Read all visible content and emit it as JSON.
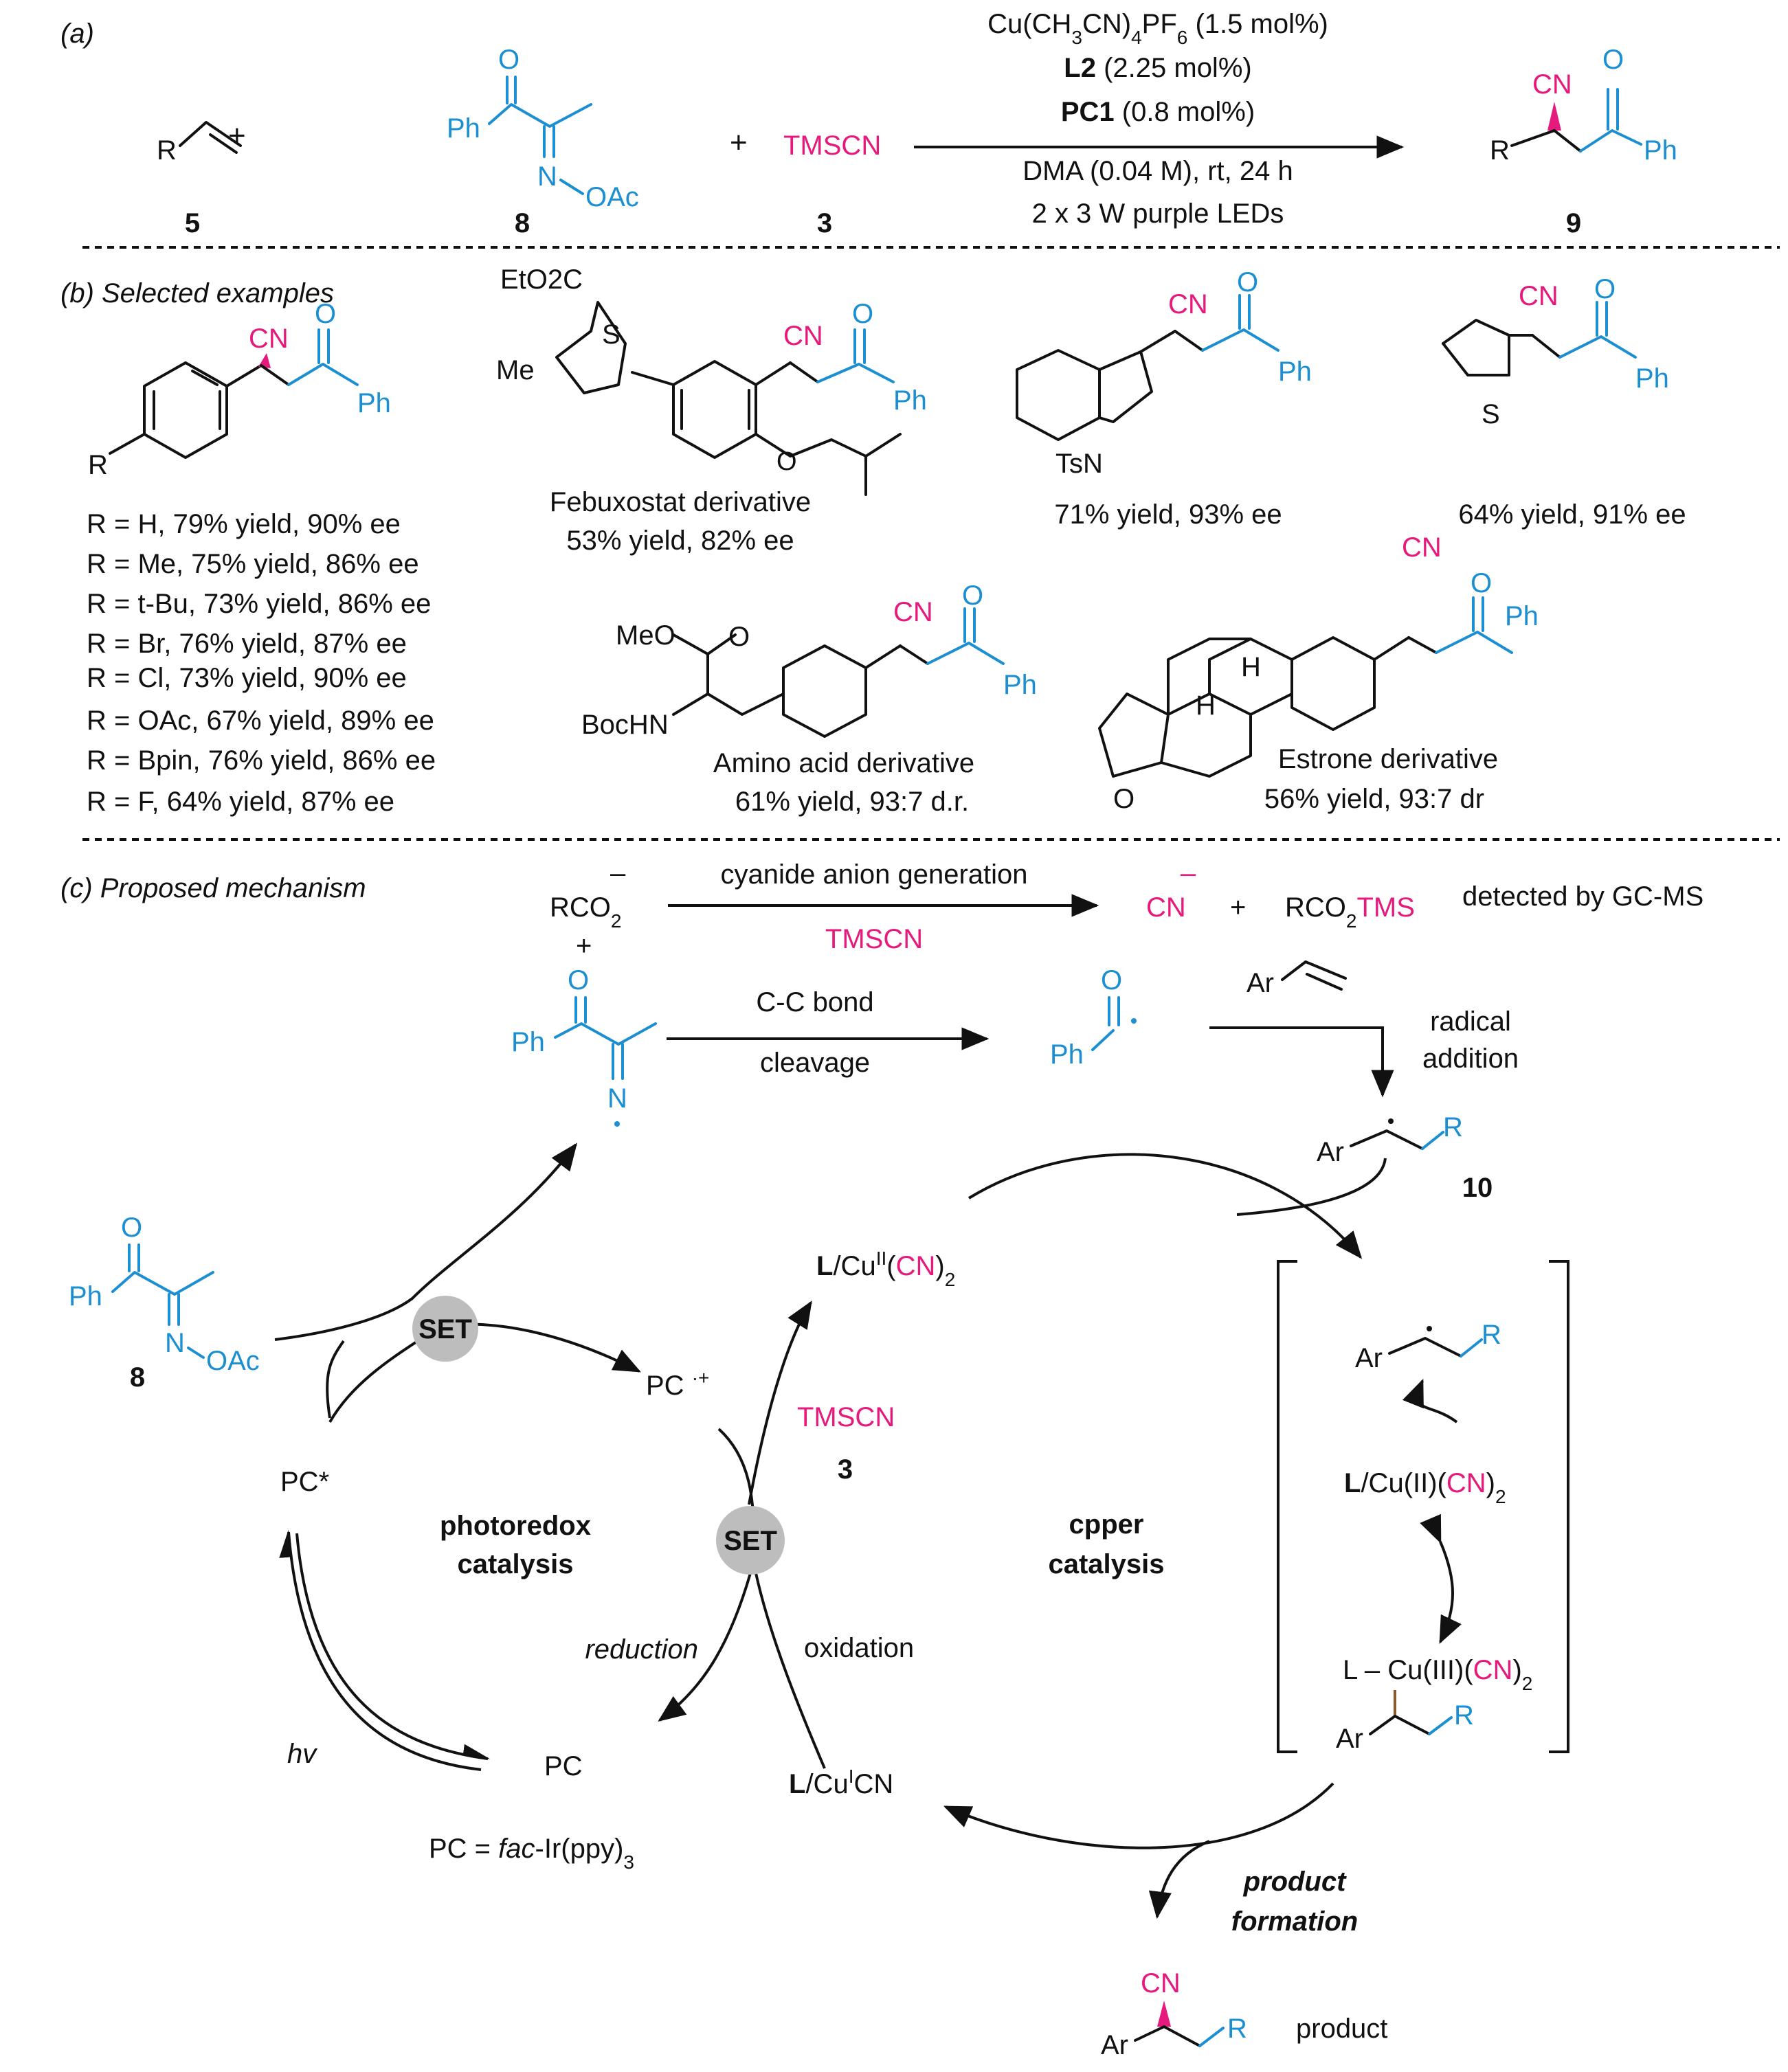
{
  "panel_a": {
    "label": "(a)",
    "cond1": "Cu(CH3CN)4PF6 (1.5 mol%)",
    "cond2_b": "L2",
    "cond2": " (2.25 mol%)",
    "cond3_b": "PC1",
    "cond3": " (0.8 mol%)",
    "cond4": "DMA (0.04 M), rt, 24 h",
    "cond5": "2 x 3 W purple LEDs",
    "plus": "+",
    "reagent": "TMSCN",
    "num5": "5",
    "num8": "8",
    "num3": "3",
    "num9": "9",
    "R": "R",
    "Ph": "Ph",
    "O": "O",
    "N": "N",
    "OAc": "OAc",
    "CN": "CN"
  },
  "panel_b": {
    "label": "(b) Selected examples",
    "yields": [
      "R = H, 79% yield, 90% ee",
      "R = Me, 75% yield, 86% ee",
      "R = t-Bu, 73% yield, 86% ee",
      "R = Br, 76% yield, 87% ee",
      "R = Cl, 73% yield, 90% ee",
      "R = OAc, 67% yield, 89% ee",
      "R = Bpin, 76% yield, 86% ee",
      "R = F, 64% yield, 87% ee"
    ],
    "febux_name": "Febuxostat derivative",
    "febux_yield": "53% yield, 82% ee",
    "febux_ester": "EtO2C",
    "febux_me": "Me",
    "S": "S",
    "indole_yield": "71% yield, 93% ee",
    "TsN": "TsN",
    "thioph_yield": "64% yield, 91% ee",
    "amino_name": "Amino acid derivative",
    "amino_yield": "61% yield, 93:7 d.r.",
    "MeO": "MeO",
    "BocHN": "BocHN",
    "estrone_name": "Estrone derivative",
    "estrone_yield": "56% yield, 93:7 dr",
    "H": "H"
  },
  "panel_c": {
    "label": "(c) Proposed mechanism",
    "rco2": "RCO2",
    "minus": "–",
    "plus": "+",
    "cyanide_gen": "cyanide anion generation",
    "tmscn": "TMSCN",
    "cn_anion": "CN",
    "rco2tms": "RCO2TMS",
    "detected": "detected by GC-MS",
    "cc_bond": "C-C bond",
    "cleavage": "cleavage",
    "Ar": "Ar",
    "radical_add1": "radical",
    "radical_add2": "addition",
    "num10": "10",
    "set": "SET",
    "pc_rad": "PC ·+",
    "pc_star": "PC*",
    "pc": "PC",
    "pc_def": "PC = fac-Ir(ppy)3",
    "hv": "hv",
    "reduction": "reduction",
    "oxidation": "oxidation",
    "photoredox1": "photoredox",
    "photoredox2": "catalysis",
    "copper1": "cpper",
    "copper2": "catalysis",
    "cu2": "L/CuII(CN)2",
    "cu1": "L/CuICN",
    "num3": "3",
    "num8": "8",
    "cu2_br": "L/Cu(II)(CN)2",
    "cu3_br": "L–Cu(III)(CN)2",
    "product_formation1": "product",
    "product_formation2": "formation",
    "product": "product"
  }
}
